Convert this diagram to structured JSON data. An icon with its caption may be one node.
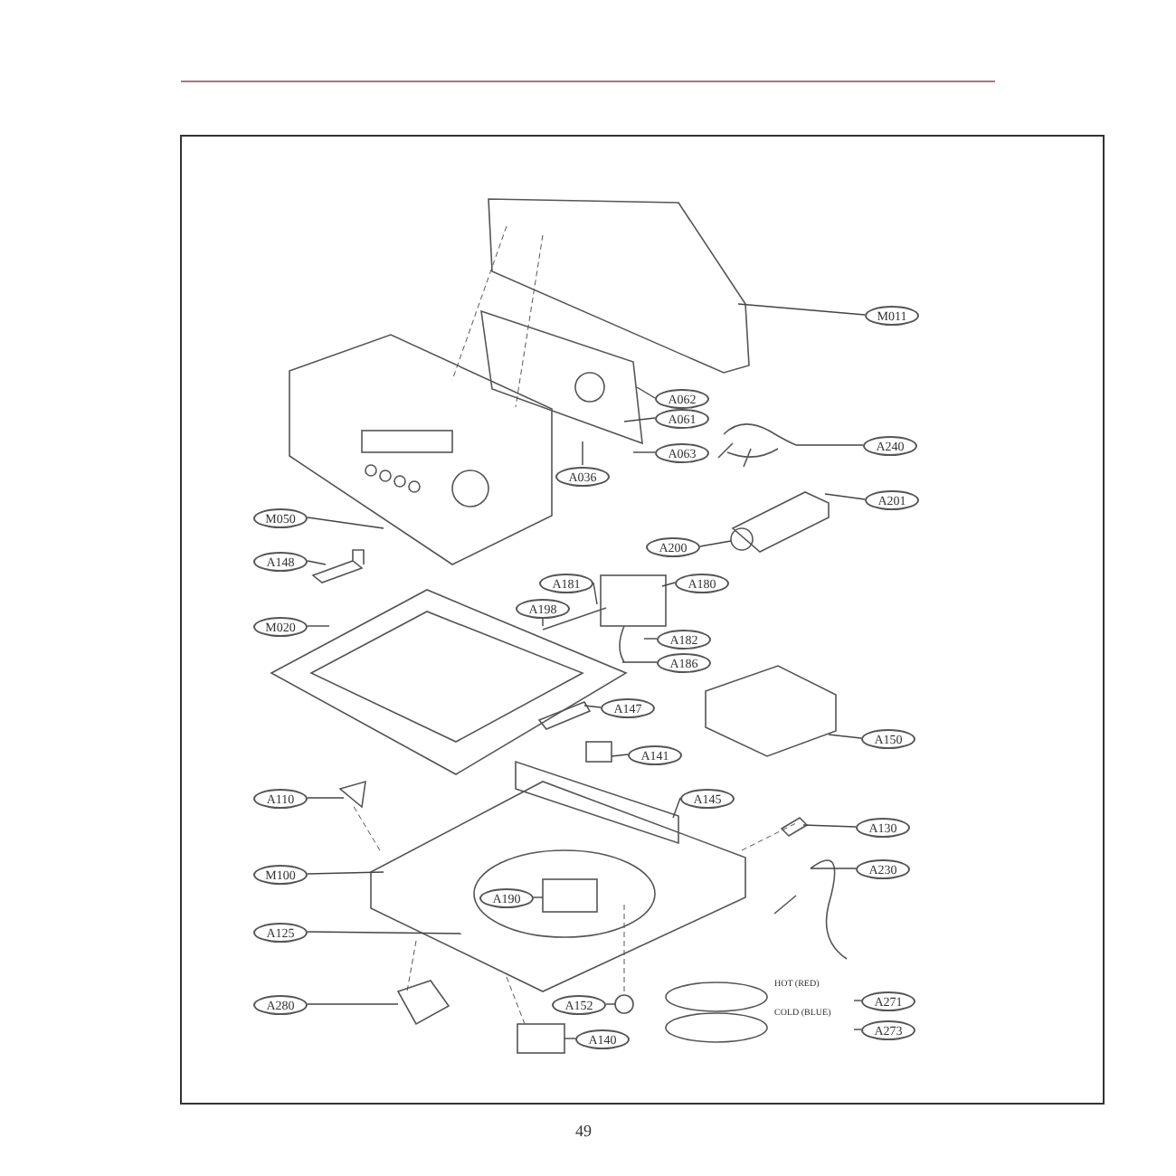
{
  "diagram": {
    "nodes": [
      {
        "text": [
          "M011"
        ]
      },
      {
        "text": [
          "A062"
        ]
      },
      {
        "text": [
          "A061"
        ]
      },
      {
        "text": [
          "A063"
        ]
      },
      {
        "text": [
          "A036"
        ]
      },
      {
        "text": [
          "A240"
        ]
      },
      {
        "text": [
          "A201"
        ]
      },
      {
        "text": [
          "A200"
        ]
      },
      {
        "text": [
          "M050"
        ]
      },
      {
        "text": [
          "A148"
        ]
      },
      {
        "text": [
          "A181"
        ]
      },
      {
        "text": [
          "A180"
        ]
      },
      {
        "text": [
          "A198"
        ]
      },
      {
        "text": [
          "A182"
        ]
      },
      {
        "text": [
          "A186"
        ]
      },
      {
        "text": [
          "M020"
        ]
      },
      {
        "text": [
          "A147"
        ]
      },
      {
        "text": [
          "A150"
        ]
      },
      {
        "text": [
          "A141"
        ]
      },
      {
        "text": [
          "A145"
        ]
      },
      {
        "text": [
          "A110"
        ]
      },
      {
        "text": [
          "M100"
        ]
      },
      {
        "text": [
          "A130"
        ]
      },
      {
        "text": [
          "A230"
        ]
      },
      {
        "text": [
          "A190"
        ]
      },
      {
        "text": [
          "A125"
        ]
      },
      {
        "text": [
          "A152"
        ]
      },
      {
        "text": [
          "A280"
        ]
      },
      {
        "text": [
          "A140"
        ]
      },
      {
        "text": [
          "A271"
        ]
      },
      {
        "text": [
          "A273"
        ]
      }
    ],
    "edges": [
      {
        "from": 0,
        "to": null,
        "arrow": "none"
      },
      {
        "from": 1,
        "to": null,
        "arrow": "none"
      },
      {
        "from": 2,
        "to": null,
        "arrow": "none"
      },
      {
        "from": 3,
        "to": null,
        "arrow": "none"
      },
      {
        "from": 4,
        "to": null,
        "arrow": "none"
      },
      {
        "from": 5,
        "to": null,
        "arrow": "none"
      },
      {
        "from": 6,
        "to": null,
        "arrow": "none"
      },
      {
        "from": 7,
        "to": null,
        "arrow": "none"
      },
      {
        "from": 8,
        "to": null,
        "arrow": "none"
      },
      {
        "from": 9,
        "to": null,
        "arrow": "none"
      },
      {
        "from": 10,
        "to": null,
        "arrow": "none"
      },
      {
        "from": 11,
        "to": null,
        "arrow": "none"
      },
      {
        "from": 12,
        "to": null,
        "arrow": "none"
      },
      {
        "from": 13,
        "to": null,
        "arrow": "none"
      },
      {
        "from": 14,
        "to": null,
        "arrow": "none"
      },
      {
        "from": 15,
        "to": null,
        "arrow": "none"
      },
      {
        "from": 16,
        "to": null,
        "arrow": "none"
      },
      {
        "from": 17,
        "to": null,
        "arrow": "none"
      },
      {
        "from": 18,
        "to": null,
        "arrow": "none"
      },
      {
        "from": 19,
        "to": null,
        "arrow": "none"
      },
      {
        "from": 20,
        "to": null,
        "arrow": "none"
      },
      {
        "from": 21,
        "to": null,
        "arrow": "none"
      },
      {
        "from": 22,
        "to": null,
        "arrow": "none"
      },
      {
        "from": 23,
        "to": null,
        "arrow": "none"
      },
      {
        "from": 24,
        "to": null,
        "arrow": "none"
      },
      {
        "from": 25,
        "to": null,
        "arrow": "none"
      },
      {
        "from": 26,
        "to": null,
        "arrow": "none"
      },
      {
        "from": 27,
        "to": null,
        "arrow": "none"
      },
      {
        "from": 28,
        "to": null,
        "arrow": "none"
      },
      {
        "from": 29,
        "to": null,
        "arrow": "none"
      },
      {
        "from": 30,
        "to": null,
        "arrow": "none"
      }
    ],
    "labels": [
      "HOT (RED)",
      "COLD (BLUE)",
      "49"
    ]
  }
}
